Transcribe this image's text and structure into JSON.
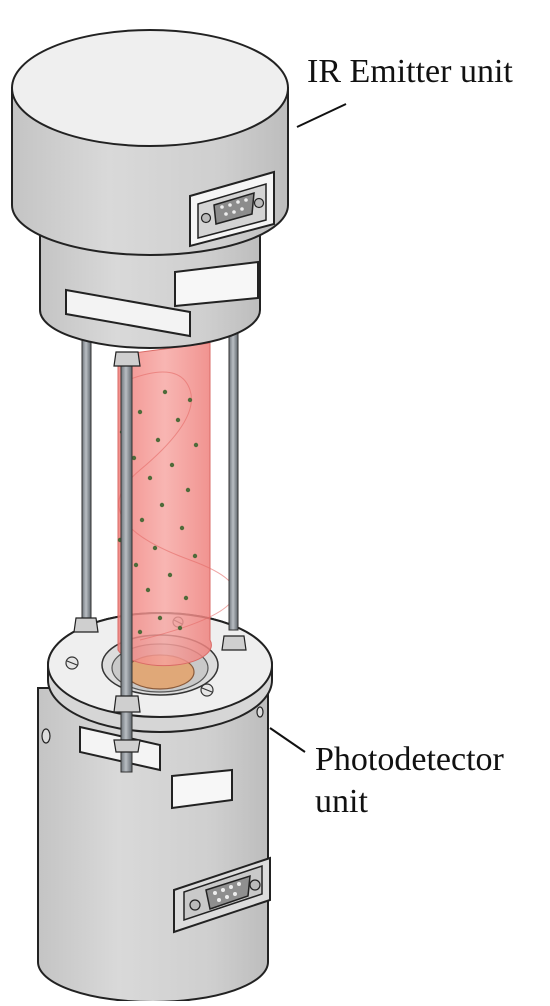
{
  "labels": {
    "emitter": "IR Emitter unit",
    "photodetector_line1": "Photodetector",
    "photodetector_line2": "unit"
  },
  "colors": {
    "metal": "#d3d3d3",
    "metal_dark": "#b9b9b9",
    "metal_light": "#ececec",
    "beam": "#f08a86",
    "particle": "#4f6b3a",
    "outline": "#222222",
    "lens": "#e0a878"
  },
  "icons": {
    "connector_top": "db9-connector-icon",
    "connector_bottom": "db9-connector-icon"
  }
}
